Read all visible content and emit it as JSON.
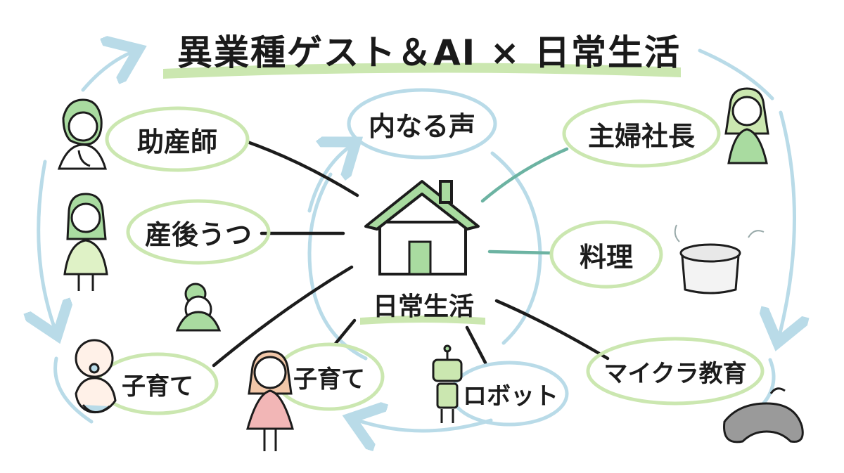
{
  "title": "異業種ゲスト＆AI × 日常生活",
  "center": {
    "label": "日常生活"
  },
  "nodes": {
    "midwife": "助産師",
    "postpartum": "産後うつ",
    "childcare_left": "子育て",
    "childcare_center": "子育て",
    "inner_voice": "内なる声",
    "housewife_ceo": "主婦社長",
    "cooking": "料理",
    "robot": "ロボット",
    "minecraft_edu": "マイクラ教育"
  },
  "colors": {
    "pale_green": "#cbe7b0",
    "pale_blue": "#b9dbe8",
    "ink": "#1c1c1c",
    "house_fill": "#a9dba0",
    "pink": "#f2b6b6"
  }
}
